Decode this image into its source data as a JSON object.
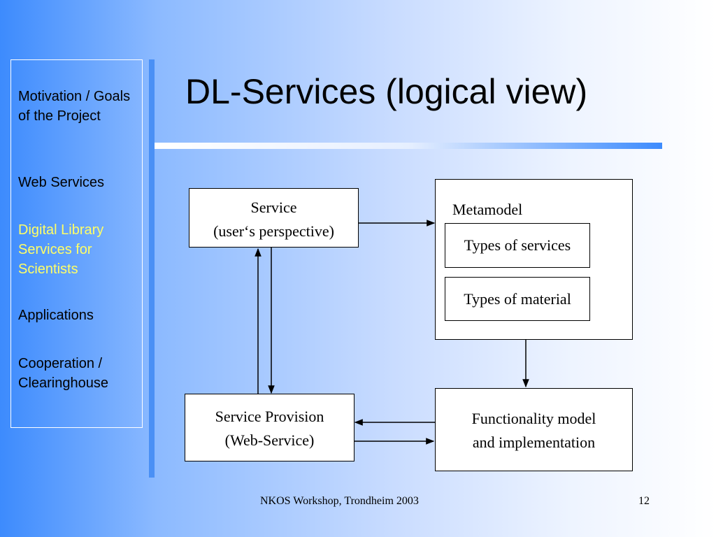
{
  "sidebar": {
    "items": [
      {
        "label": "Motivation / Goals of the Project",
        "active": false
      },
      {
        "label": "Web Services",
        "active": false
      },
      {
        "label": "Digital Library Services for Scientists",
        "active": true
      },
      {
        "label": "Applications",
        "active": false
      },
      {
        "label": "Cooperation / Clearinghouse",
        "active": false
      }
    ]
  },
  "slide": {
    "title": "DL-Services (logical view)"
  },
  "diagram": {
    "service_line1": "Service",
    "service_line2": "(user‘s perspective)",
    "metamodel_label": "Metamodel",
    "types_of_services": "Types of services",
    "types_of_material": "Types of material",
    "provision_line1": "Service Provision",
    "provision_line2": "(Web-Service)",
    "functionality_line1": "Functionality model",
    "functionality_line2": "and implementation"
  },
  "footer": {
    "text": "NKOS Workshop, Trondheim 2003",
    "page_number": "12"
  },
  "colors": {
    "active_nav": "#ffff66",
    "accent_bar": "#4a90f5"
  }
}
